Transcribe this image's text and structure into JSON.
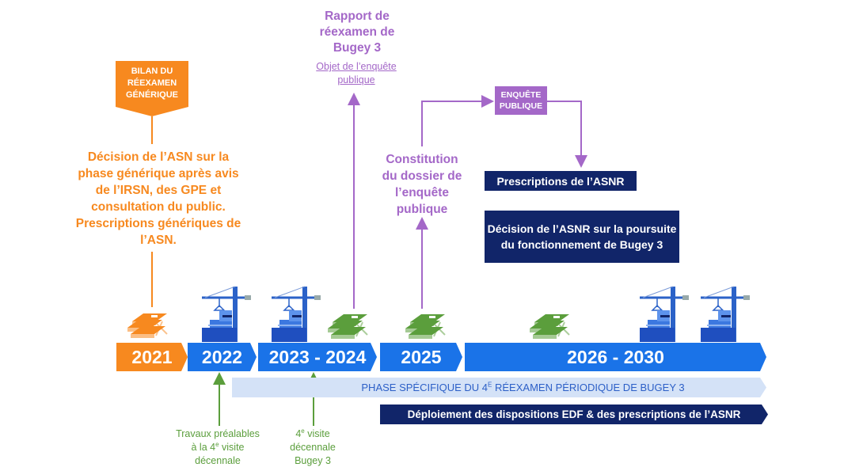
{
  "colors": {
    "orange": "#f7891f",
    "blue": "#1a73e8",
    "light_blue": "#d4e2f7",
    "navy": "#112569",
    "purple": "#a468c8",
    "green": "#5b9e3c"
  },
  "generic_review": {
    "banner_label_lines": [
      "BILAN DU",
      "RÉEXAMEN",
      "GÉNÉRIQUE"
    ],
    "decision_text": "Décision de l’ASN sur la phase générique après avis de l’IRSN, des GPE et consultation du public. Prescriptions génériques de l’ASN."
  },
  "report": {
    "title": "Rapport de réexamen de Bugey 3",
    "subtitle": "Objet de l’enquête publique"
  },
  "public_inquiry": {
    "constitution_text": "Constitution du dossier de l’enquête publique",
    "box_label_lines": [
      "ENQUÊTE",
      "PUBLIQUE"
    ]
  },
  "asnr": {
    "prescriptions": "Prescriptions de l’ASNR",
    "decision": "Décision de l’ASNR sur la poursuite du fonctionnement de Bugey 3"
  },
  "timeline": {
    "segments": [
      {
        "label": "2021",
        "color": "orange",
        "icon": "documents-icon-orange"
      },
      {
        "label": "2022",
        "color": "blue",
        "icon": "reactor-crane-icon"
      },
      {
        "label": "2023 - 2024",
        "color": "blue",
        "icons": [
          "reactor-crane-icon",
          "documents-icon-green"
        ]
      },
      {
        "label": "2025",
        "color": "blue",
        "icon": "documents-icon-green"
      },
      {
        "label": "2026 - 2030",
        "color": "blue",
        "icons": [
          "documents-icon-green",
          "reactor-crane-icon",
          "reactor-crane-icon"
        ]
      }
    ]
  },
  "bars": {
    "phase_prefix": "PHASE SPÉCIFIQUE DU 4",
    "phase_sup": "E",
    "phase_suffix": " RÉEXAMEN PÉRIODIQUE DE BUGEY 3",
    "deployment": "Déploiement des dispositions EDF & des prescriptions de l’ASNR"
  },
  "annotations": {
    "travaux_line1": "Travaux préalables",
    "travaux_line2_prefix": "à la 4",
    "travaux_line2_sup": "e",
    "travaux_line2_suffix": " visite",
    "travaux_line3": "décennale",
    "visite_line1_prefix": "4",
    "visite_line1_sup": "e",
    "visite_line1_suffix": " visite",
    "visite_line2": "décennale",
    "visite_line3": "Bugey 3"
  }
}
